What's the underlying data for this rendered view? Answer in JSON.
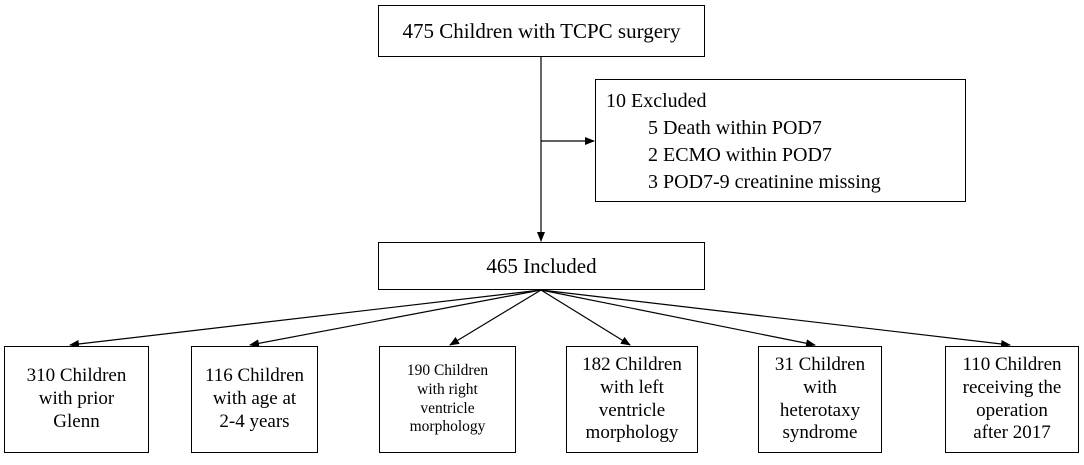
{
  "top": {
    "label": "475 Children with TCPC surgery"
  },
  "excluded": {
    "title": "10 Excluded",
    "items": [
      "5 Death within POD7",
      "2 ECMO within POD7",
      "3 POD7-9 creatinine missing"
    ]
  },
  "included": {
    "label": "465 Included"
  },
  "subgroups": [
    {
      "lines": [
        "310 Children",
        "with prior",
        "Glenn"
      ]
    },
    {
      "lines": [
        "116 Children",
        "with age at",
        "2-4 years"
      ]
    },
    {
      "lines": [
        "190 Children",
        "with right",
        "ventricle",
        "morphology"
      ]
    },
    {
      "lines": [
        "182 Children",
        "with left",
        "ventricle",
        "morphology"
      ]
    },
    {
      "lines": [
        "31 Children",
        "with",
        "heterotaxy",
        "syndrome"
      ]
    },
    {
      "lines": [
        "110 Children",
        "receiving the",
        "operation",
        "after 2017"
      ]
    }
  ]
}
